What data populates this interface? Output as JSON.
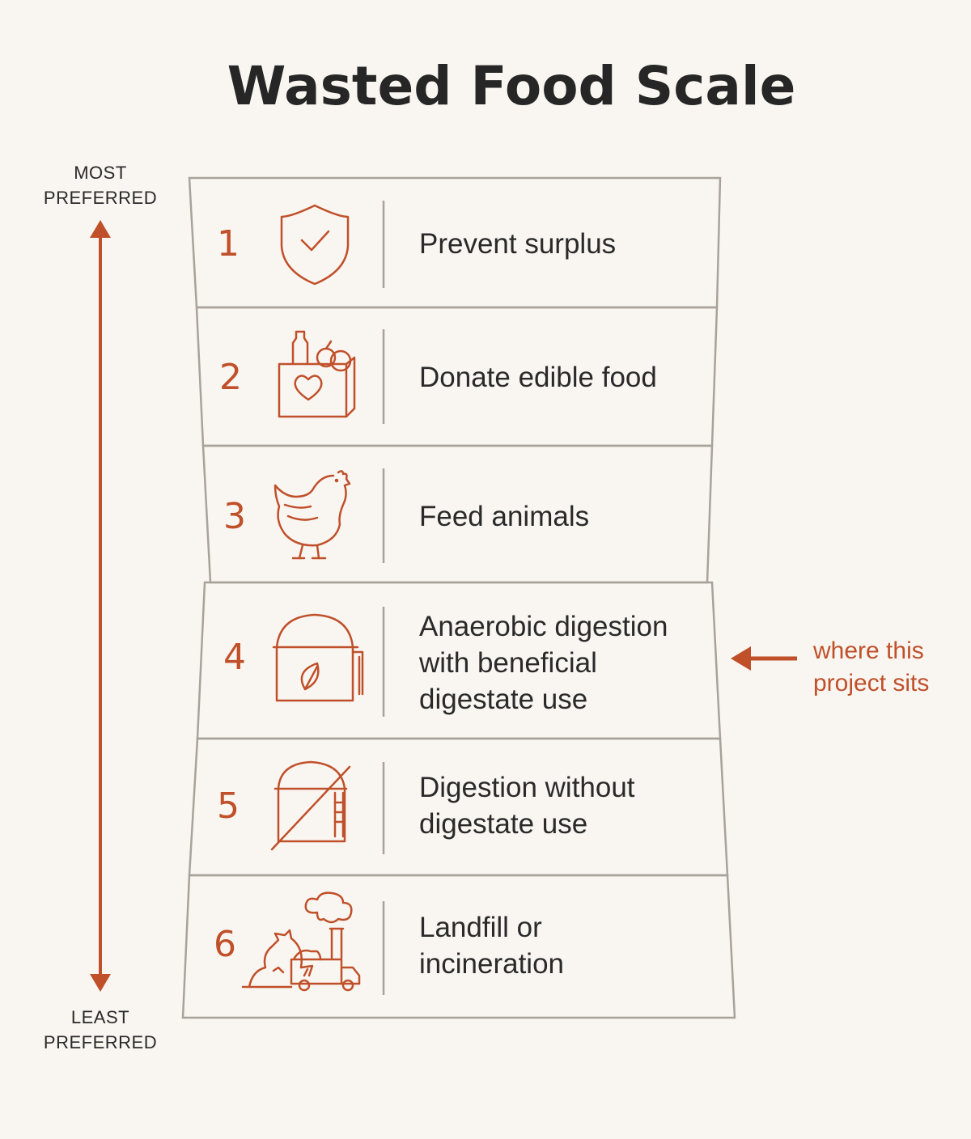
{
  "title": "Wasted Food Scale",
  "axis": {
    "top_label": [
      "MOST",
      "PREFERRED"
    ],
    "bottom_label": [
      "LEAST",
      "PREFERRED"
    ]
  },
  "steps": [
    {
      "number": "1",
      "lines": [
        "Prevent surplus"
      ],
      "icon": "shield-check-icon"
    },
    {
      "number": "2",
      "lines": [
        "Donate edible food"
      ],
      "icon": "grocery-bag-heart-icon"
    },
    {
      "number": "3",
      "lines": [
        "Feed animals"
      ],
      "icon": "chicken-icon"
    },
    {
      "number": "4",
      "lines": [
        "Anaerobic digestion",
        "with beneficial",
        "digestate use"
      ],
      "icon": "digester-leaf-icon"
    },
    {
      "number": "5",
      "lines": [
        "Digestion without",
        "digestate use"
      ],
      "icon": "digester-crossed-icon"
    },
    {
      "number": "6",
      "lines": [
        "Landfill or",
        "incineration"
      ],
      "icon": "landfill-truck-icon"
    }
  ],
  "callout": {
    "lines": [
      "where this",
      "project sits"
    ],
    "target_step": "4"
  },
  "colors": {
    "accent": "#c0502a",
    "text": "#2a2a2a",
    "frame": "#a8a29a",
    "background": "#f9f6f1"
  }
}
